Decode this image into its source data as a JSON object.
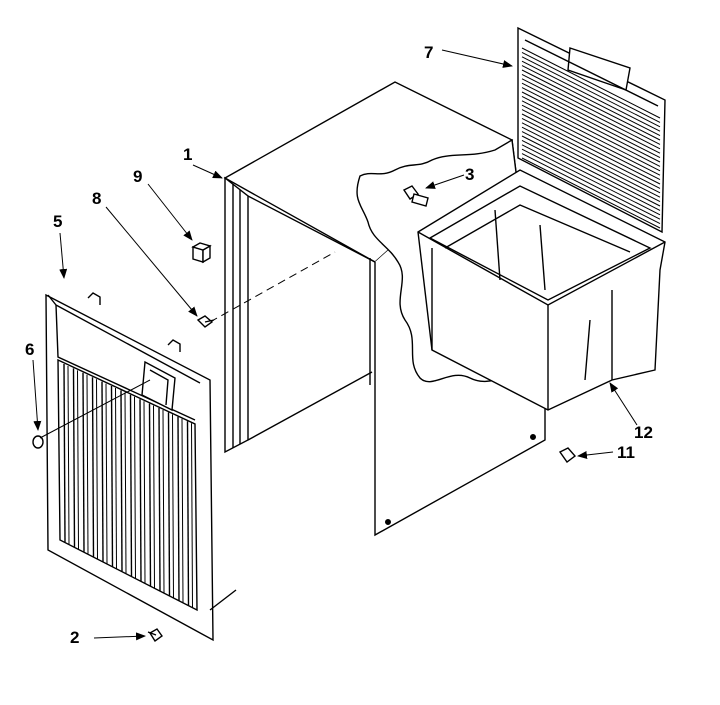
{
  "diagram": {
    "callouts": {
      "c1": "1",
      "c2": "2",
      "c3": "3",
      "c5": "5",
      "c6": "6",
      "c7": "7",
      "c8": "8",
      "c9": "9",
      "c11": "11",
      "c12": "12"
    }
  }
}
